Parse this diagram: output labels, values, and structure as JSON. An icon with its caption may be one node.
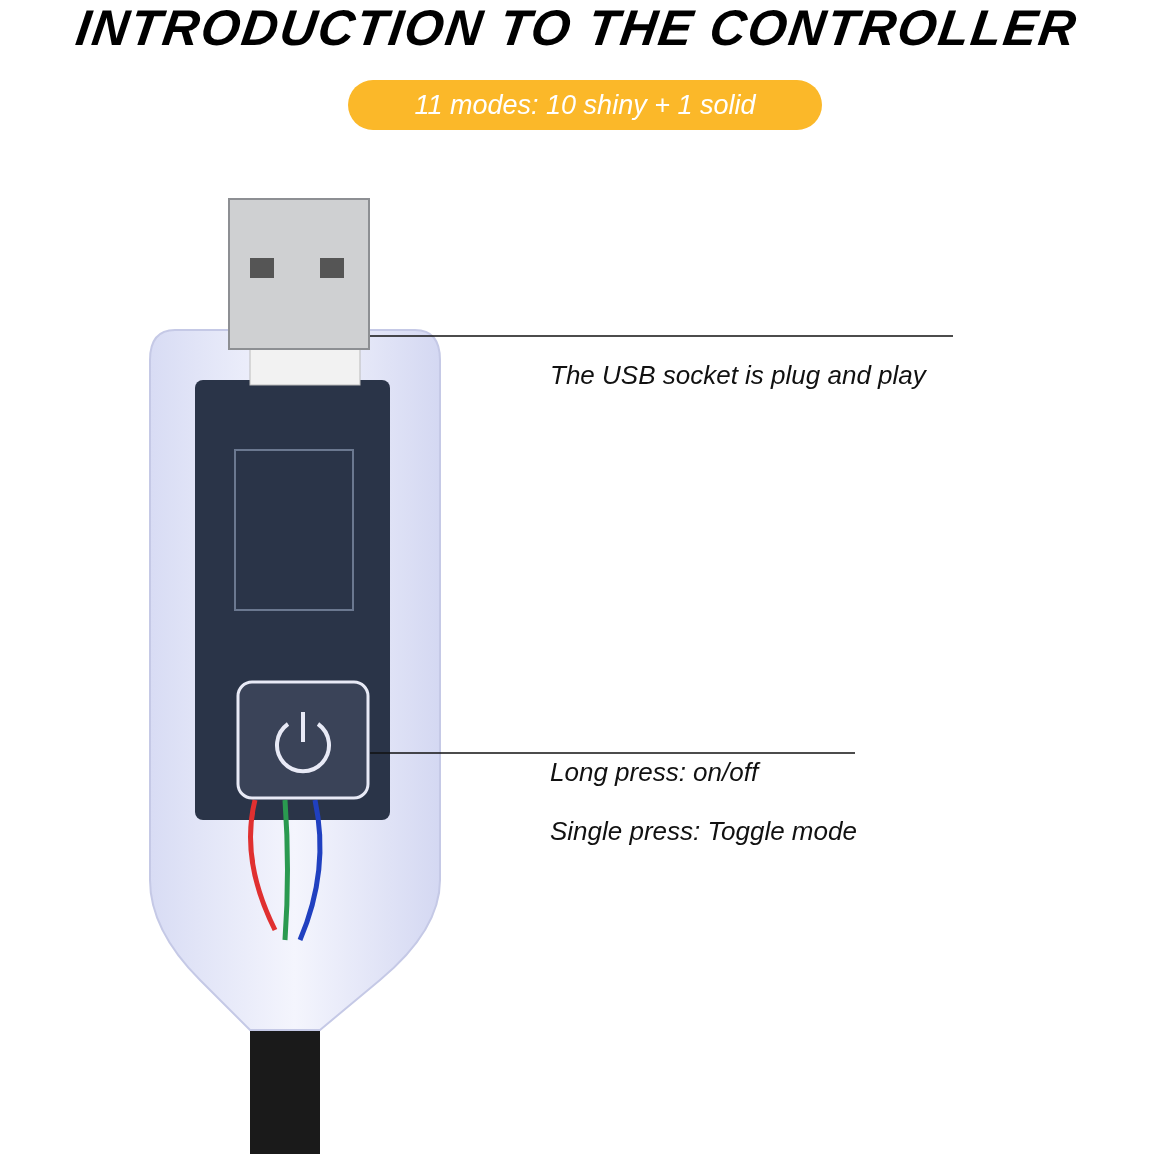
{
  "diagram": {
    "title": "INTRODUCTION TO THE CONTROLLER",
    "nodes": [
      {
        "text": [
          "The USB socket is plug and play"
        ]
      },
      {
        "text": [],
        "shape": "picture"
      },
      {
        "text": [
          "Long press: on/off",
          "Single press: Toggle mode"
        ]
      },
      {
        "text": [],
        "shape": "picture"
      }
    ],
    "edges": [
      {
        "from": 0,
        "to": 1,
        "arrow": "none"
      },
      {
        "from": 2,
        "to": 3,
        "arrow": "none"
      }
    ],
    "labels": [
      "11 modes: 10 shiny + 1 solid"
    ]
  }
}
